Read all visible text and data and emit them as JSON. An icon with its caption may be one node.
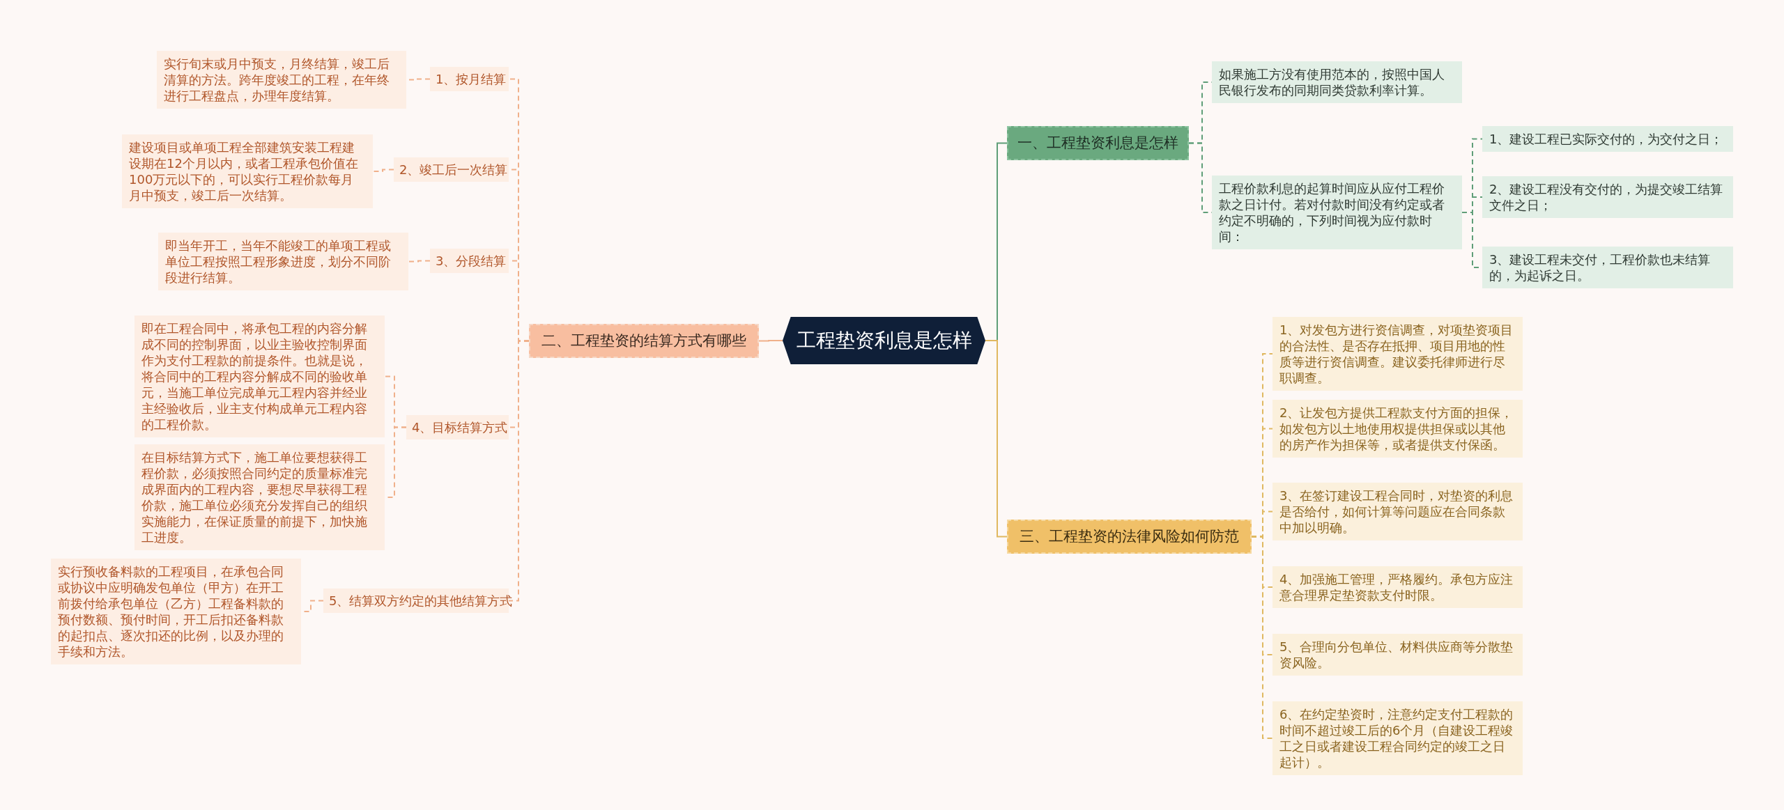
{
  "diagram": {
    "nodes": [
      {
        "text": [
          "工程垫资利息是怎样"
        ]
      },
      {
        "text": [
          "一、工程垫资利息是怎样"
        ]
      },
      {
        "text": [
          "如果施工方没有使用范本的，按照中国人民银行发布的同期同类贷款利率计算。"
        ]
      },
      {
        "text": [
          "工程价款利息的起算时间应从应付工程价款之日计付。若对付款时间没有约定或者约定不明确的，下列时间视为应付款时间："
        ]
      },
      {
        "text": [
          "1、建设工程已实际交付的，为交付之日；"
        ]
      },
      {
        "text": [
          "2、建设工程没有交付的，为提交竣工结算文件之日；"
        ]
      },
      {
        "text": [
          "3、建设工程未交付，工程价款也未结算的，为起诉之日。"
        ]
      },
      {
        "text": [
          "二、工程垫资的结算方式有哪些"
        ]
      },
      {
        "text": [
          "1、按月结算"
        ]
      },
      {
        "text": [
          "实行旬末或月中预支，月终结算，竣工后清算的方法。跨年度竣工的工程，在年终进行工程盘点，办理年度结算。"
        ]
      },
      {
        "text": [
          "2、竣工后一次结算"
        ]
      },
      {
        "text": [
          "建设项目或单项工程全部建筑安装工程建设期在12个月以内，或者工程承包价值在100万元以下的，可以实行工程价款每月月中预支，竣工后一次结算。"
        ]
      },
      {
        "text": [
          "3、分段结算"
        ]
      },
      {
        "text": [
          "即当年开工，当年不能竣工的单项工程或单位工程按照工程形象进度，划分不同阶段进行结算。"
        ]
      },
      {
        "text": [
          "4、目标结算方式"
        ]
      },
      {
        "text": [
          "即在工程合同中，将承包工程的内容分解成不同的控制界面，以业主验收控制界面作为支付工程款的前提条件。也就是说，将合同中的工程内容分解成不同的验收单元，当施工单位完成单元工程内容并经业主经验收后，业主支付构成单元工程内容的工程价款。"
        ]
      },
      {
        "text": [
          "在目标结算方式下，施工单位要想获得工程价款，必须按照合同约定的质量标准完成界面内的工程内容，要想尽早获得工程价款，施工单位必须充分发挥自己的组织实施能力，在保证质量的前提下，加快施工进度。"
        ]
      },
      {
        "text": [
          "5、结算双方约定的其他结算方式"
        ]
      },
      {
        "text": [
          "实行预收备料款的工程项目，在承包合同或协议中应明确发包单位（甲方）在开工前拨付给承包单位（乙方）工程备料款的预付数额、预付时间，开工后扣还备料款的起扣点、逐次扣还的比例，以及办理的手续和方法。"
        ]
      },
      {
        "text": [
          "三、工程垫资的法律风险如何防范"
        ]
      },
      {
        "text": [
          "1、对发包方进行资信调查，对项垫资项目的合法性、是否存在抵押、项目用地的性质等进行资信调查。建议委托律师进行尽职调查。"
        ]
      },
      {
        "text": [
          "2、让发包方提供工程款支付方面的担保，如发包方以土地使用权提供担保或以其他的房产作为担保等，或者提供支付保函。"
        ]
      },
      {
        "text": [
          "3、在签订建设工程合同时，对垫资的利息是否给付，如何计算等问题应在合同条款中加以明确。"
        ]
      },
      {
        "text": [
          "4、加强施工管理，严格履约。承包方应注意合理界定垫资款支付时限。"
        ]
      },
      {
        "text": [
          "5、合理向分包单位、材料供应商等分散垫资风险。"
        ]
      },
      {
        "text": [
          "6、在约定垫资时，注意约定支付工程款的时间不超过竣工后的6个月（自建设工程竣工之日或者建设工程合同约定的竣工之日起计）。"
        ]
      }
    ],
    "edges": [
      {
        "from": 0,
        "to": 1,
        "arrow": "none",
        "color": "#5f9e78"
      },
      {
        "from": 1,
        "to": 2,
        "arrow": "none",
        "style": "dashed",
        "color": "#5f9e78"
      },
      {
        "from": 1,
        "to": 3,
        "arrow": "none",
        "style": "dashed",
        "color": "#5f9e78"
      },
      {
        "from": 3,
        "to": 4,
        "arrow": "none",
        "style": "dashed",
        "color": "#5f9e78"
      },
      {
        "from": 3,
        "to": 5,
        "arrow": "none",
        "style": "dashed",
        "color": "#5f9e78"
      },
      {
        "from": 3,
        "to": 6,
        "arrow": "none",
        "style": "dashed",
        "color": "#5f9e78"
      },
      {
        "from": 0,
        "to": 7,
        "arrow": "none",
        "color": "#f0b08a"
      },
      {
        "from": 7,
        "to": 8,
        "arrow": "none",
        "style": "dashed",
        "color": "#f0b08a"
      },
      {
        "from": 8,
        "to": 9,
        "arrow": "none",
        "style": "dashed",
        "color": "#f0b08a"
      },
      {
        "from": 7,
        "to": 10,
        "arrow": "none",
        "style": "dashed",
        "color": "#f0b08a"
      },
      {
        "from": 10,
        "to": 11,
        "arrow": "none",
        "style": "dashed",
        "color": "#f0b08a"
      },
      {
        "from": 7,
        "to": 12,
        "arrow": "none",
        "style": "dashed",
        "color": "#f0b08a"
      },
      {
        "from": 12,
        "to": 13,
        "arrow": "none",
        "style": "dashed",
        "color": "#f0b08a"
      },
      {
        "from": 7,
        "to": 14,
        "arrow": "none",
        "style": "dashed",
        "color": "#f0b08a"
      },
      {
        "from": 14,
        "to": 15,
        "arrow": "none",
        "style": "dashed",
        "color": "#f0b08a"
      },
      {
        "from": 14,
        "to": 16,
        "arrow": "none",
        "style": "dashed",
        "color": "#f0b08a"
      },
      {
        "from": 7,
        "to": 17,
        "arrow": "none",
        "style": "dashed",
        "color": "#f0b08a"
      },
      {
        "from": 17,
        "to": 18,
        "arrow": "none",
        "style": "dashed",
        "color": "#f0b08a"
      },
      {
        "from": 0,
        "to": 19,
        "arrow": "none",
        "color": "#e0b860"
      },
      {
        "from": 19,
        "to": 20,
        "arrow": "none",
        "style": "dashed",
        "color": "#e0b860"
      },
      {
        "from": 19,
        "to": 21,
        "arrow": "none",
        "style": "dashed",
        "color": "#e0b860"
      },
      {
        "from": 19,
        "to": 22,
        "arrow": "none",
        "style": "dashed",
        "color": "#e0b860"
      },
      {
        "from": 19,
        "to": 23,
        "arrow": "none",
        "style": "dashed",
        "color": "#e0b860"
      },
      {
        "from": 19,
        "to": 24,
        "arrow": "none",
        "style": "dashed",
        "color": "#e0b860"
      },
      {
        "from": 19,
        "to": 25,
        "arrow": "none",
        "style": "dashed",
        "color": "#e0b860"
      }
    ]
  }
}
